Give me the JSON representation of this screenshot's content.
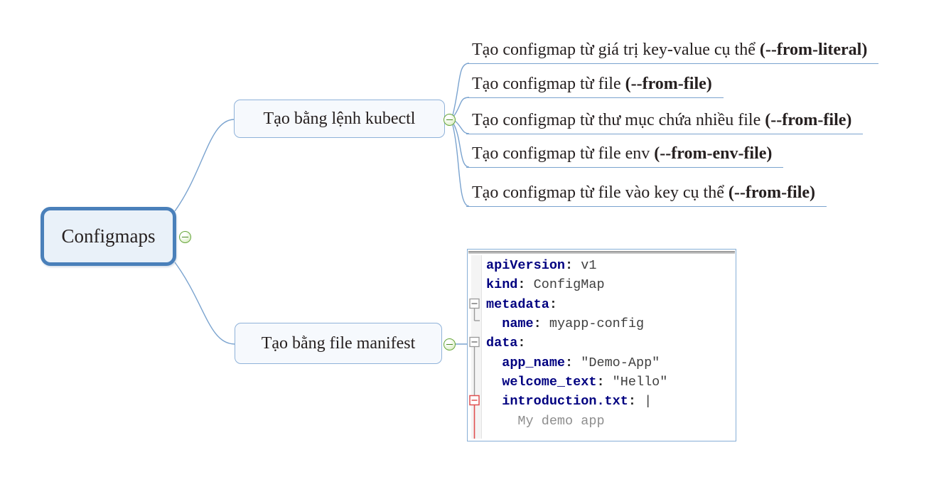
{
  "root": {
    "label": "Configmaps"
  },
  "branches": [
    {
      "label": "Tạo bằng lệnh kubectl",
      "children": [
        {
          "text": "Tạo configmap từ giá trị key-value cụ thể ",
          "bold": "(--from-literal)"
        },
        {
          "text": "Tạo configmap từ file ",
          "bold": "(--from-file)"
        },
        {
          "text": "Tạo configmap từ thư mục chứa nhiều file ",
          "bold": "(--from-file)"
        },
        {
          "text": "Tạo configmap từ file env ",
          "bold": "(--from-env-file)"
        },
        {
          "text": "Tạo configmap từ file vào key cụ thể ",
          "bold": "(--from-file)"
        }
      ]
    },
    {
      "label": "Tạo bằng file manifest"
    }
  ],
  "code": {
    "lines": [
      {
        "key": "apiVersion",
        "sep": ": ",
        "val": "v1"
      },
      {
        "key": "kind",
        "sep": ": ",
        "val": "ConfigMap"
      },
      {
        "key": "metadata",
        "sep": ":",
        "val": ""
      },
      {
        "indent": "  ",
        "key": "name",
        "sep": ": ",
        "val": "myapp-config"
      },
      {
        "key": "data",
        "sep": ":",
        "val": ""
      },
      {
        "indent": "  ",
        "key": "app_name",
        "sep": ": ",
        "val": "\"Demo-App\""
      },
      {
        "indent": "  ",
        "key": "welcome_text",
        "sep": ": ",
        "val": "\"Hello\""
      },
      {
        "indent": "  ",
        "key": "introduction.txt",
        "sep": ": ",
        "val": "|"
      },
      {
        "indent": "    ",
        "key": "",
        "sep": "",
        "val": "My demo app"
      }
    ]
  },
  "icons": {
    "collapse_button": "minus-circle-icon",
    "fold_marker": "minus-box-icon",
    "fold_marker_active": "minus-box-red-icon"
  },
  "colors": {
    "root_border": "#4a80ba",
    "root_fill": "#e9f1f9",
    "branch_border": "#8fb2d9",
    "connector_line": "#7aa3cf",
    "collapse_green": "#67a63c",
    "yaml_key": "#000080",
    "yaml_value": "#3f3f3f",
    "yaml_scalar_muted": "#8e8e8e",
    "fold_active_red": "#e05050",
    "code_border": "#86aed6"
  }
}
